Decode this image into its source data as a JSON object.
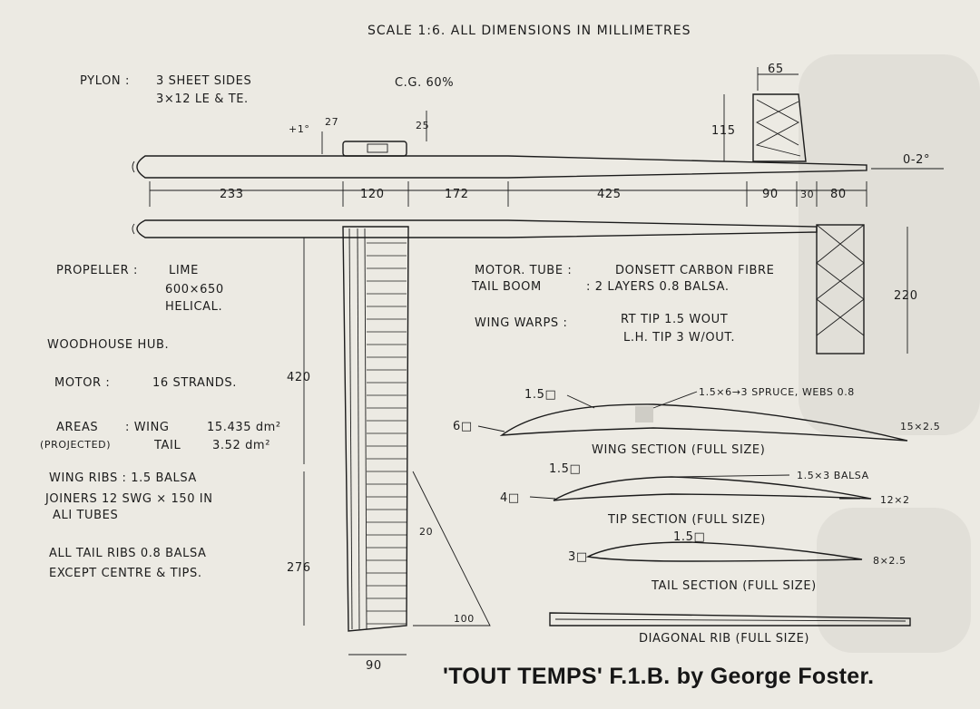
{
  "header": {
    "scale_note": "SCALE 1:6. ALL DIMENSIONS IN MILLIMETRES"
  },
  "pylon": {
    "label": "PYLON :",
    "line1": "3 SHEET SIDES",
    "line2": "3×12 LE & TE."
  },
  "cg": "C.G. 60%",
  "side_view": {
    "incidence": "+1°",
    "pylon_height": "27",
    "pylon_mount": "25",
    "fin_chord": "65",
    "fin_height": "115",
    "tail_incidence": "0-2°",
    "dimensions": [
      "233",
      "120",
      "172",
      "425",
      "90",
      "30",
      "80"
    ]
  },
  "plan_view": {
    "wing_span_outer": "420",
    "wing_span_inner": "276",
    "wing_chord": "90",
    "tip_offset": "20",
    "tip_rise": "100",
    "tail_span": "220"
  },
  "specs": {
    "propeller_label": "PROPELLER :",
    "propeller_material": "LIME",
    "propeller_size": "600×650",
    "propeller_type": "HELICAL.",
    "hub": "WOODHOUSE HUB.",
    "motor_label": "MOTOR :",
    "motor_value": "16 STRANDS.",
    "areas_label": "AREAS",
    "areas_sub": "(PROJECTED)",
    "wing_area_label": ": WING",
    "wing_area": "15.435 dm²",
    "tail_area_label": "TAIL",
    "tail_area": "3.52 dm²",
    "wing_ribs": "WING RIBS : 1.5 BALSA",
    "joiners_1": "JOINERS 12 SWG × 150 IN",
    "joiners_2": "ALI TUBES",
    "tail_ribs_1": "ALL TAIL RIBS 0.8 BALSA",
    "tail_ribs_2": "EXCEPT CENTRE & TIPS."
  },
  "construction": {
    "motor_tube_label": "MOTOR. TUBE :",
    "motor_tube_value": "DONSETT CARBON FIBRE",
    "tail_boom_label": "TAIL BOOM",
    "tail_boom_value": ": 2 LAYERS 0.8 BALSA.",
    "warps_label": "WING WARPS :",
    "warps_rt": "RT TIP 1.5 WOUT",
    "warps_lh": "L.H. TIP 3 W/OUT."
  },
  "sections": {
    "wing_callout_1": "1.5□",
    "wing_spar": "1.5×6→3 SPRUCE, WEBS 0.8",
    "wing_le": "6□",
    "wing_te": "15×2.5",
    "wing_caption": "WING SECTION (FULL SIZE)",
    "tip_callout_1": "1.5□",
    "tip_spar": "1.5×3 BALSA",
    "tip_le": "4□",
    "tip_te": "12×2",
    "tip_caption": "TIP SECTION (FULL SIZE)",
    "tail_callout_1": "1.5□",
    "tail_le": "3□",
    "tail_te": "8×2.5",
    "tail_caption": "TAIL SECTION (FULL SIZE)",
    "diag_caption": "DIAGONAL RIB (FULL SIZE)"
  },
  "title": "'TOUT TEMPS' F.1.B. by George Foster."
}
